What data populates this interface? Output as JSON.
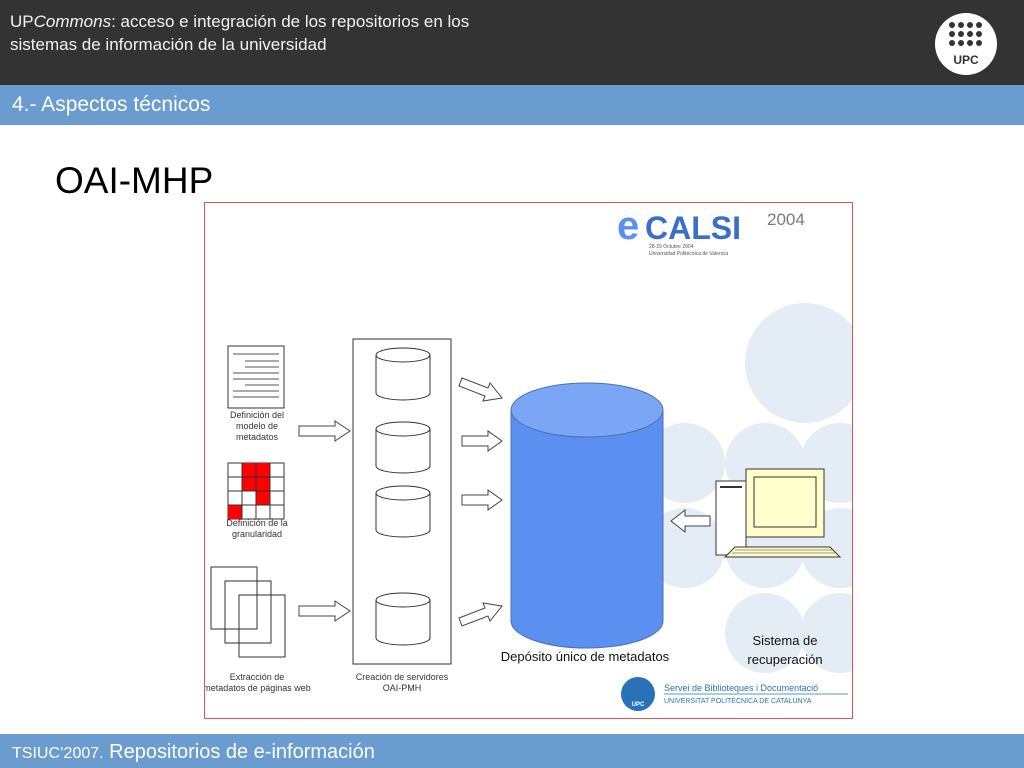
{
  "header": {
    "title_prefix": "UP",
    "title_italic": "Commons",
    "title_line1_rest": ": acceso e integración de los repositorios en los",
    "title_line2": "sistemas de información de la universidad",
    "logo_text": "UPC"
  },
  "section": {
    "title": "4.- Aspectos técnicos"
  },
  "slide": {
    "title": "OAI-MHP"
  },
  "figure": {
    "ecalsi": {
      "brand": "CALSI",
      "year": "2004",
      "date_line": "28-29 Octubre 2004",
      "venue_line": "Universidad Politécnica de Valencia"
    },
    "labels": {
      "def_model": [
        "Definición del",
        "modelo de",
        "metadatos"
      ],
      "def_gran": [
        "Definición de la",
        "granularidad"
      ],
      "extraction": [
        "Extracción de",
        "metadatos de páginas web"
      ],
      "creation": [
        "Creación de servidores",
        "OAI-PMH"
      ],
      "repository": "Depósito único de metadatos",
      "retrieval": [
        "Sistema de",
        "recuperación"
      ]
    },
    "sbd": {
      "line1": "Servei de Biblioteques i Documentació",
      "line2": "UNIVERSITAT POLITÈCNICA DE CATALUNYA",
      "logo_text": "UPC"
    }
  },
  "footer": {
    "prefix": "TSIUC’2007.",
    "text": " Repositorios de e-información"
  },
  "colors": {
    "header_bg": "#333333",
    "bar_blue": "#6a9ccf",
    "cylinder_blue": "#5b8ff0",
    "grid_red": "#ff0000"
  }
}
